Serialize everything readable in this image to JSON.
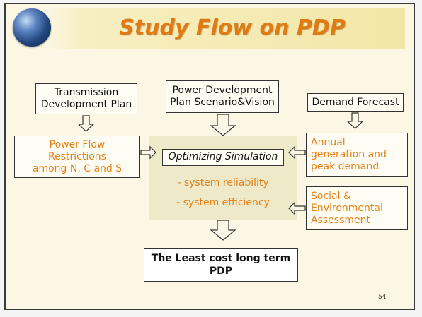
{
  "title": "Study Flow on PDP",
  "top_boxes": {
    "transmission": [
      "Transmission",
      "Development Plan"
    ],
    "power_dev": [
      "Power Development",
      "Plan Scenario&Vision"
    ],
    "demand": [
      "Demand Forecast"
    ]
  },
  "mid_boxes": {
    "power_flow": [
      "Power Flow",
      "Restrictions",
      "among N, C and S"
    ],
    "annual": [
      "Annual",
      "generation and",
      "peak demand"
    ],
    "social": [
      "Social &",
      "Environmental",
      "Assessment"
    ]
  },
  "center": {
    "heading": "Optimizing Simulation",
    "line1": "- system reliability",
    "line2": "- system efficiency"
  },
  "final": [
    "The Least cost long term",
    "PDP"
  ],
  "page_number": "54",
  "colors": {
    "title": "#e07a12",
    "orange_text": "#e38218",
    "background": "#fbf7e4"
  },
  "icons": {
    "globe": "globe-icon"
  }
}
